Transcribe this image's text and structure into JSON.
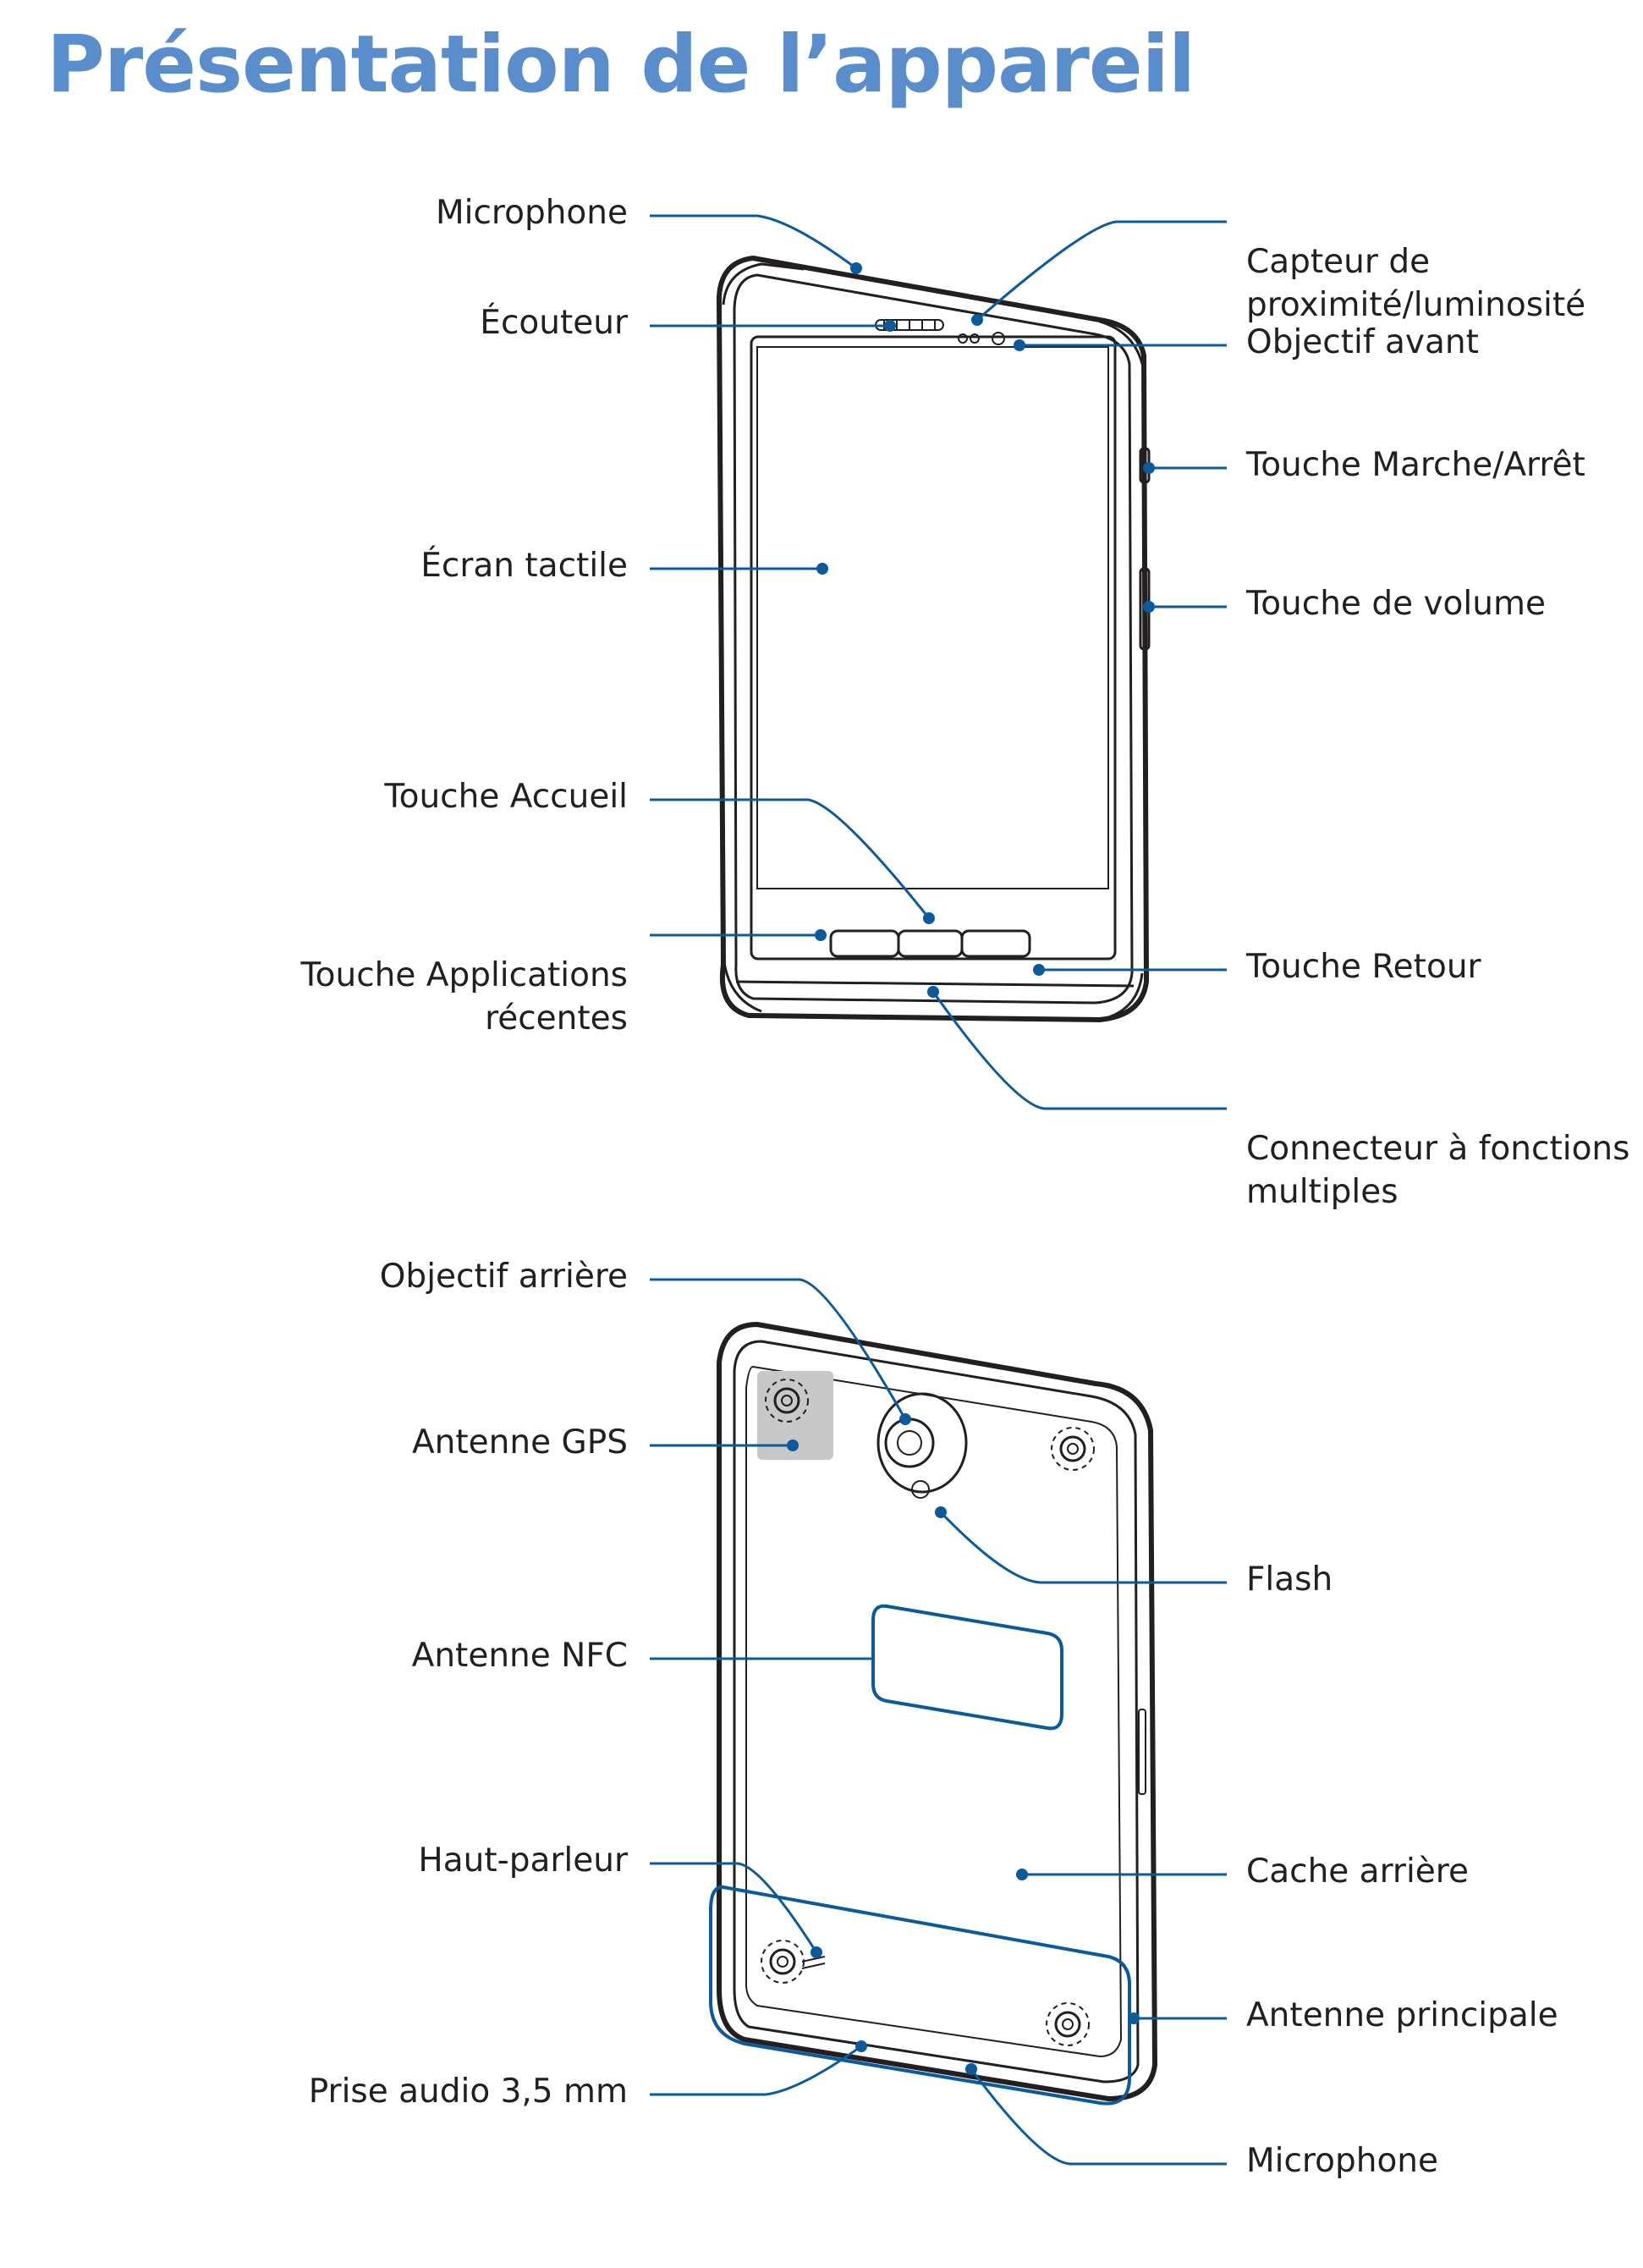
{
  "title": "Présentation de l’appareil",
  "front_view": {
    "labels_left": [
      {
        "key": "microphone_top",
        "text": "Microphone"
      },
      {
        "key": "ecouteur",
        "text": "Écouteur"
      },
      {
        "key": "ecran",
        "text": "Écran tactile"
      },
      {
        "key": "accueil",
        "text": "Touche Accueil"
      },
      {
        "key": "applications",
        "text": "Touche Applications\nrécentes"
      }
    ],
    "labels_right": [
      {
        "key": "capteur",
        "text": "Capteur de\nproximité/luminosité"
      },
      {
        "key": "objectif_avant",
        "text": "Objectif avant"
      },
      {
        "key": "marche",
        "text": "Touche Marche/Arrêt"
      },
      {
        "key": "volume",
        "text": "Touche de volume"
      },
      {
        "key": "retour",
        "text": "Touche Retour"
      },
      {
        "key": "connecteur",
        "text": "Connecteur à fonctions\nmultiples"
      }
    ]
  },
  "back_view": {
    "labels_left": [
      {
        "key": "objectif_arriere",
        "text": "Objectif arrière"
      },
      {
        "key": "gps",
        "text": "Antenne GPS"
      },
      {
        "key": "nfc",
        "text": "Antenne NFC"
      },
      {
        "key": "haut_parleur",
        "text": "Haut-parleur"
      },
      {
        "key": "prise_audio",
        "text": "Prise audio 3,5 mm"
      }
    ],
    "labels_right": [
      {
        "key": "flash",
        "text": "Flash"
      },
      {
        "key": "cache",
        "text": "Cache arrière"
      },
      {
        "key": "antenne_principale",
        "text": "Antenne principale"
      },
      {
        "key": "microphone_bottom",
        "text": "Microphone"
      }
    ]
  },
  "colors": {
    "title": "#5a8dcb",
    "callout": "#0a5a9c",
    "outline": "#231f20",
    "gps_area": "#c8c8c8"
  }
}
